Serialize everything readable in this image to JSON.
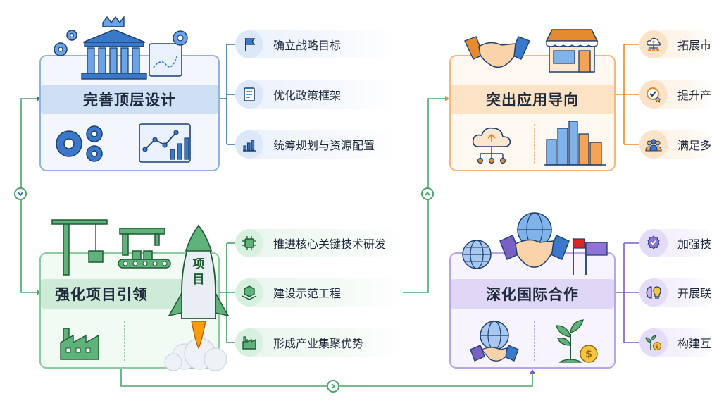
{
  "cards": {
    "top_left": {
      "title": "完善顶层设计"
    },
    "bottom_left": {
      "title": "强化项目引领",
      "rocket_label": "项目"
    },
    "top_right": {
      "title": "突出应用导向"
    },
    "bottom_right": {
      "title": "深化国际合作"
    }
  },
  "items": {
    "top_left": [
      "确立战略目标",
      "优化政策框架",
      "统筹规划与资源配置"
    ],
    "bottom_left": [
      "推进核心关键技术研发",
      "建设示范工程",
      "形成产业集聚优势"
    ],
    "top_right": [
      "拓展市",
      "提升产",
      "满足多"
    ],
    "bottom_right": [
      "加强技",
      "开展联",
      "构建互"
    ]
  },
  "icons": {
    "top_left": [
      "flag-icon",
      "document-icon",
      "bar-chart-icon"
    ],
    "bottom_left": [
      "chip-icon",
      "cube-platform-icon",
      "factory-icon"
    ],
    "top_right": [
      "cloud-network-icon",
      "badge-check-icon",
      "people-group-icon"
    ],
    "bottom_right": [
      "medal-icon",
      "brain-bulb-icon",
      "plant-coin-icon"
    ]
  },
  "colors": {
    "blue": "#2f6db5",
    "blue_light": "#dbe8f8",
    "green": "#3f9a5c",
    "green_light": "#dcf1e3",
    "orange": "#e58b2e",
    "orange_light": "#fde7cf",
    "purple": "#7a5fc4",
    "purple_light": "#e7e0f8",
    "dark": "#1e293b"
  }
}
